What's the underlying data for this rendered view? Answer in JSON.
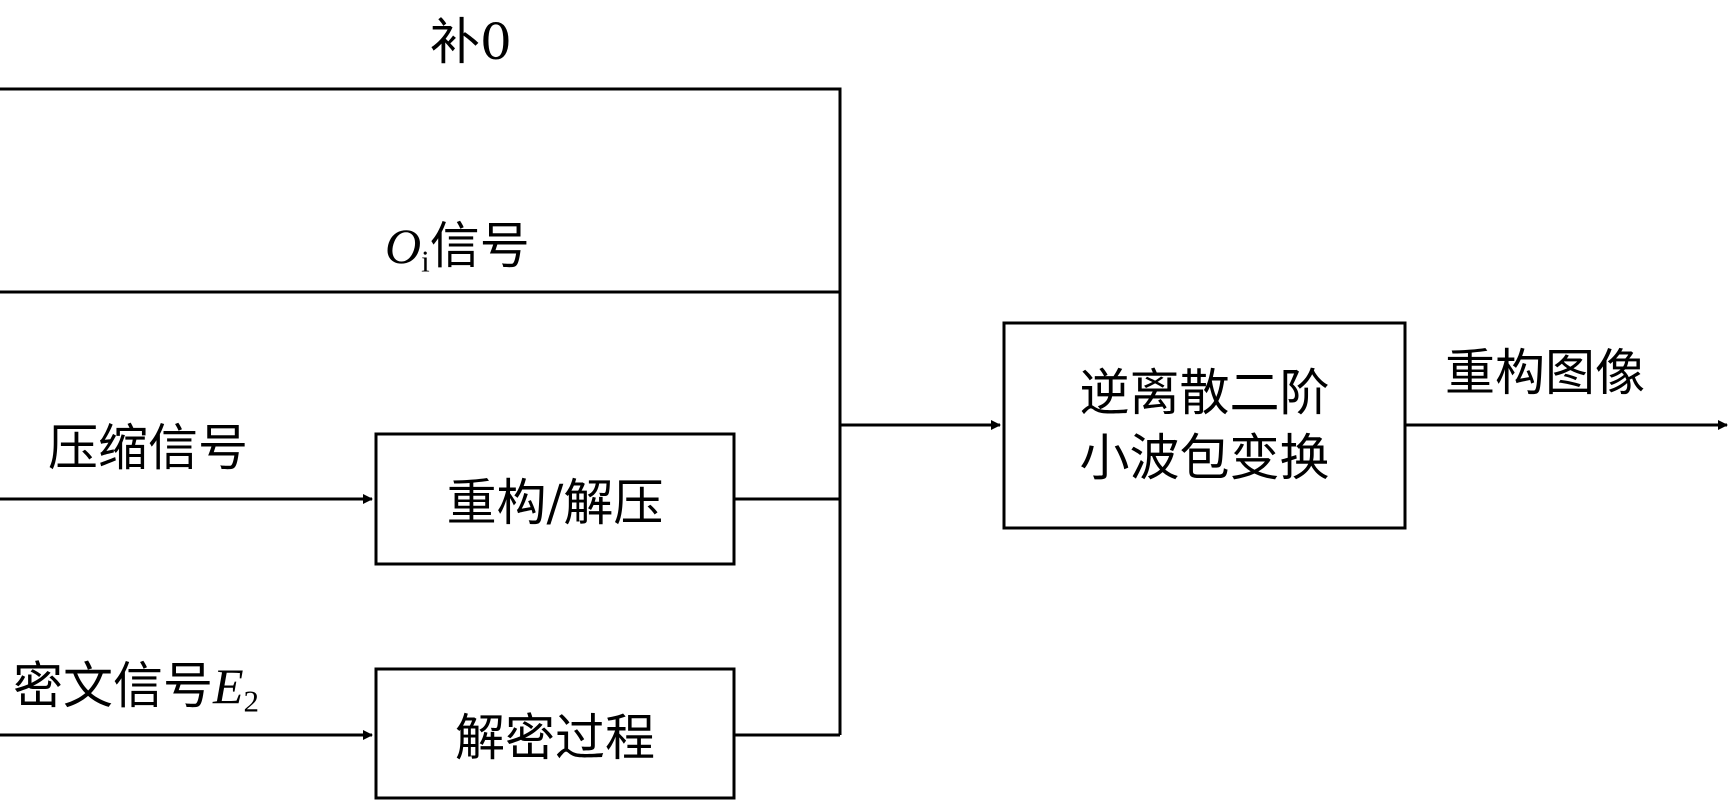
{
  "labels": {
    "pad_zero": "补0",
    "oi_symbol": "O",
    "oi_subscript": "i",
    "oi_text": "信号",
    "compressed": "压缩信号",
    "cipher_text": "密文信号",
    "cipher_symbol": "E",
    "cipher_subscript": "2",
    "output": "重构图像"
  },
  "boxes": {
    "reconstruct": "重构/解压",
    "decrypt": "解密过程",
    "transform_line1": "逆离散二阶",
    "transform_line2": "小波包变换"
  },
  "colors": {
    "stroke": "#000000",
    "background": "#ffffff"
  }
}
